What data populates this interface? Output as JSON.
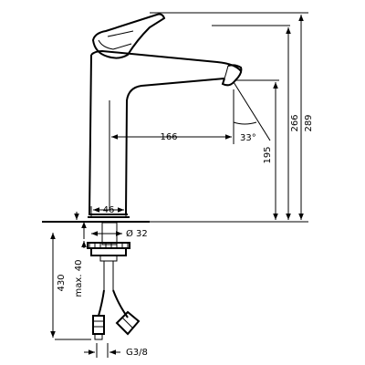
{
  "dimensions": {
    "spout_reach": "166",
    "spout_angle": "33°",
    "spout_height": "195",
    "body_height": "266",
    "total_height": "289",
    "base_width": "46",
    "hole_diameter": "Ø 32",
    "hose_length": "430",
    "max_thickness": "max. 40",
    "thread": "G3/8"
  },
  "colors": {
    "line": "#000000",
    "background": "#ffffff"
  }
}
